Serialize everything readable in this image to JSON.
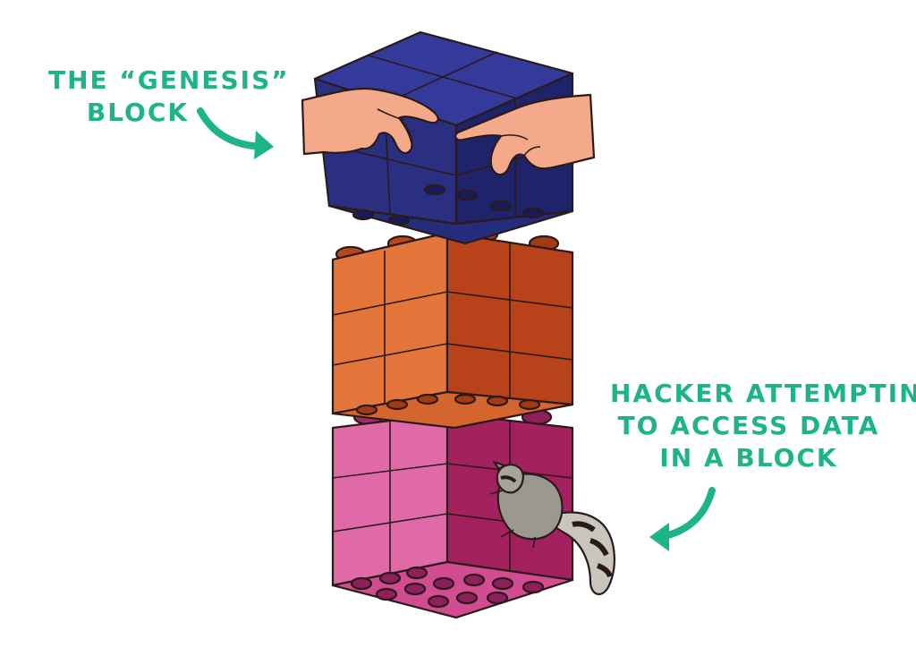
{
  "annotations": {
    "genesis": {
      "line1": "THE “GENESIS”",
      "line2": "BLOCK"
    },
    "hacker": {
      "line1": "HACKER ATTEMPTING",
      "line2": "TO ACCESS DATA",
      "line3": "IN A BLOCK"
    }
  },
  "colors": {
    "annotation": "#1fb38a",
    "block_top": "#2a2f8a",
    "block_middle": "#d4541c",
    "block_bottom": "#c9377f",
    "hands": "#f4a98a",
    "raccoon": "#8e8c87",
    "outline": "#2b1a1a"
  },
  "blocks": [
    {
      "name": "genesis-block",
      "color": "blue"
    },
    {
      "name": "middle-block",
      "color": "orange"
    },
    {
      "name": "bottom-block",
      "color": "pink"
    }
  ]
}
